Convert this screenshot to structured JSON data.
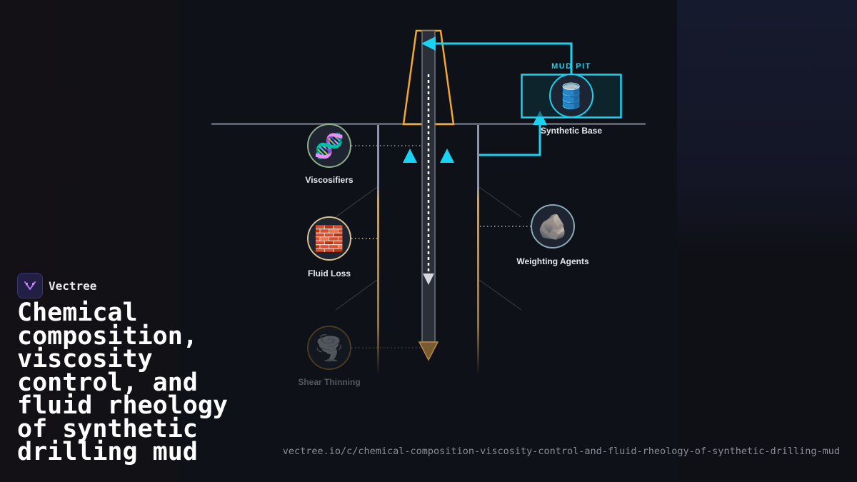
{
  "brand": {
    "name": "Vectree",
    "logo_icon": "vectree-logo-icon"
  },
  "title": "Chemical composition, viscosity control, and fluid rheology of synthetic drilling mud",
  "url": "vectree.io/c/chemical-composition-viscosity-control-and-fluid-rheology-of-synthetic-drilling-mud",
  "mud_pit": {
    "label": "MUD PIT",
    "node": {
      "label": "Synthetic Base",
      "icon": "oil-drum-icon",
      "glyph": "🛢️"
    }
  },
  "additives": [
    {
      "label": "Viscosifiers",
      "icon": "dna-icon",
      "glyph": "🧬"
    },
    {
      "label": "Fluid Loss",
      "icon": "brick-icon",
      "glyph": "🧱"
    },
    {
      "label": "Shear Thinning",
      "icon": "tornado-icon",
      "glyph": "🌪️"
    },
    {
      "label": "Weighting Agents",
      "icon": "rock-icon",
      "glyph": "🪨"
    }
  ],
  "colors": {
    "flow": "#19d3f2",
    "derrick": "#f0a830",
    "background": "#0f1016",
    "text": "#e6e8ee",
    "url_text": "#8a8d99"
  }
}
